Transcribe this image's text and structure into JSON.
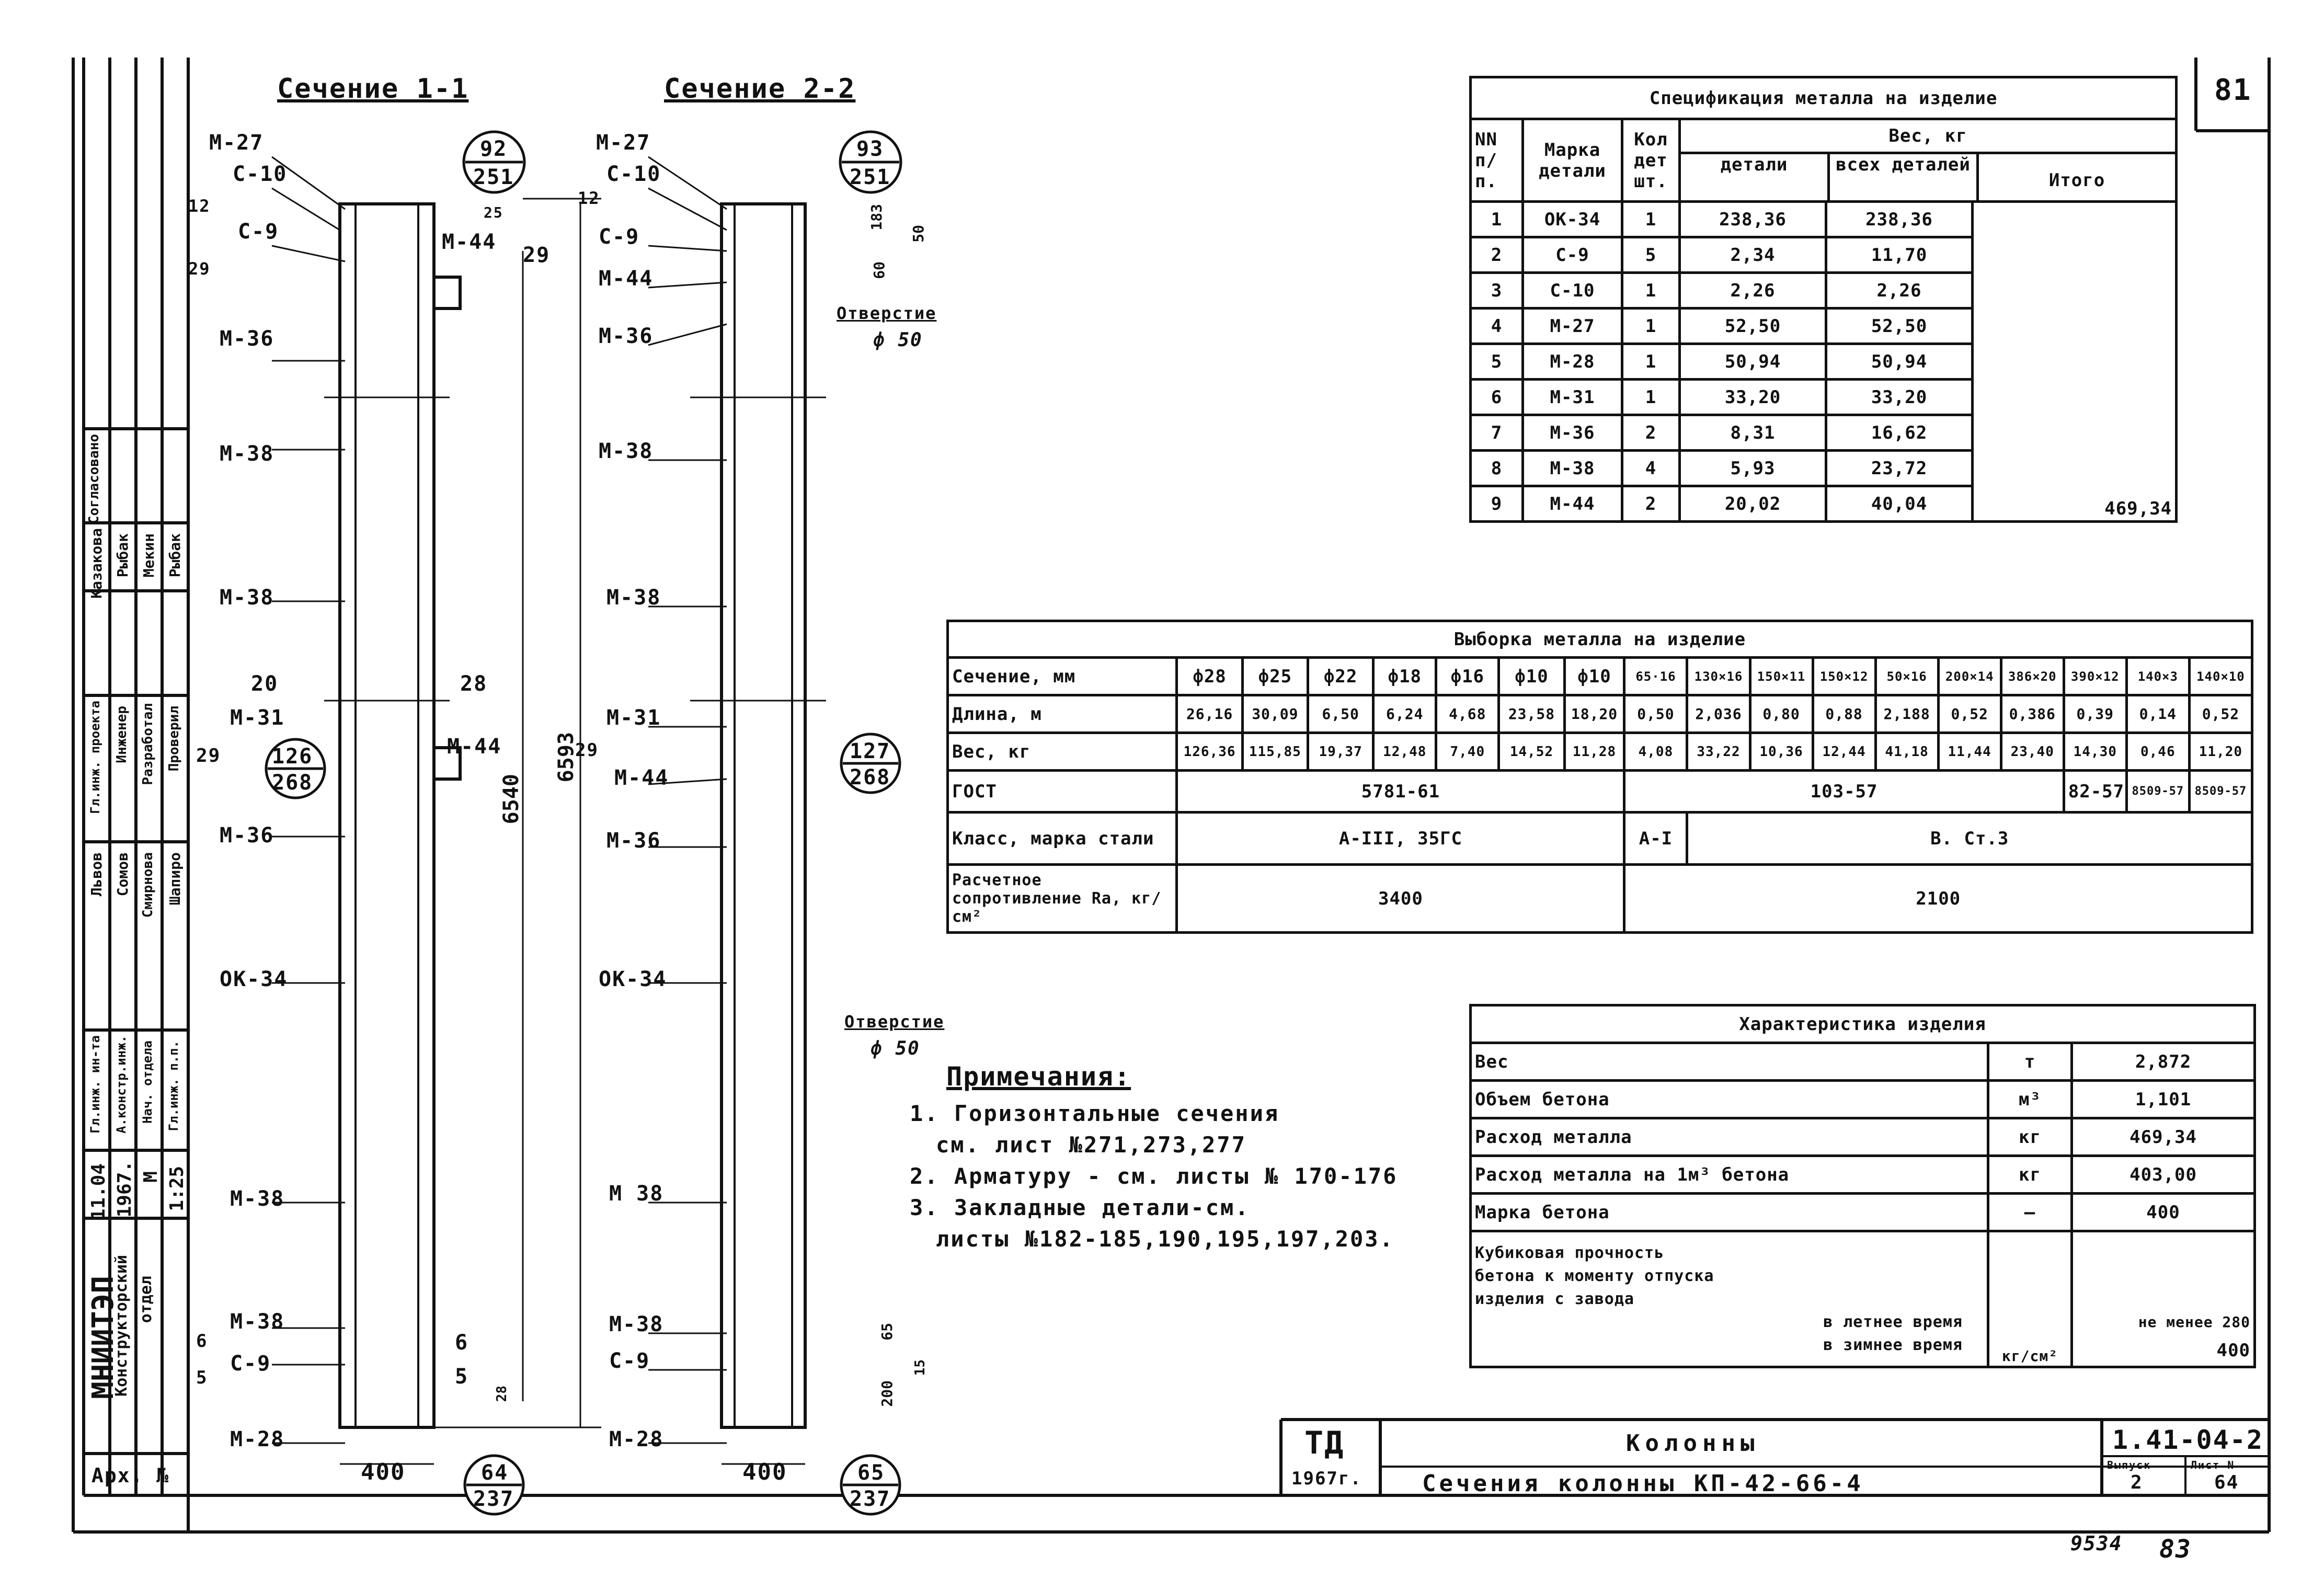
{
  "sheet_number": "81",
  "handwritten_bottom": [
    "9534",
    "83"
  ],
  "section1": {
    "title": "Сечение 1-1",
    "top_circle": [
      "92",
      "251"
    ],
    "mid_circle": [
      "126",
      "268"
    ],
    "bottom_circle": [
      "64",
      "237"
    ],
    "labels": [
      "М-27",
      "С-10",
      "С-9",
      "М-44",
      "М-36",
      "М-38",
      "М-38",
      "М-31",
      "М-36",
      "ОК-34",
      "М-38",
      "М-38",
      "С-9",
      "М-28"
    ],
    "width": "400",
    "dim_numbers": [
      "12",
      "29",
      "25",
      "29",
      "20",
      "28",
      "29",
      "6540",
      "6593",
      "6",
      "5",
      "6",
      "5",
      "28"
    ]
  },
  "section2": {
    "title": "Сечение 2-2",
    "top_circle": [
      "93",
      "251"
    ],
    "mid_circle": [
      "127",
      "268"
    ],
    "bottom_circle": [
      "65",
      "237"
    ],
    "labels": [
      "М-27",
      "С-10",
      "С-9",
      "М-44",
      "М-36",
      "М-38",
      "М-38",
      "М-31",
      "М-44",
      "М-36",
      "ОК-34",
      "М 38",
      "М-38",
      "С-9",
      "М-28"
    ],
    "width": "400",
    "dim_numbers": [
      "12",
      "183",
      "50",
      "60",
      "29",
      "65",
      "15",
      "200"
    ],
    "hole1": {
      "label": "Отверстие",
      "dia": "ф 50"
    },
    "hole2": {
      "label": "Отверстие",
      "dia": "ф 50"
    }
  },
  "spec": {
    "title": "Спецификация металла на изделие",
    "headers": {
      "nn": "NN п/п.",
      "marka": "Марка детали",
      "kol": "Кол дет шт.",
      "ves": "Вес, кг",
      "detali": "детали",
      "vseh": "всех деталей",
      "itogo": "Итого"
    },
    "rows": [
      [
        "1",
        "ОК-34",
        "1",
        "238,36",
        "238,36"
      ],
      [
        "2",
        "С-9",
        "5",
        "2,34",
        "11,70"
      ],
      [
        "3",
        "С-10",
        "1",
        "2,26",
        "2,26"
      ],
      [
        "4",
        "М-27",
        "1",
        "52,50",
        "52,50"
      ],
      [
        "5",
        "М-28",
        "1",
        "50,94",
        "50,94"
      ],
      [
        "6",
        "М-31",
        "1",
        "33,20",
        "33,20"
      ],
      [
        "7",
        "М-36",
        "2",
        "8,31",
        "16,62"
      ],
      [
        "8",
        "М-38",
        "4",
        "5,93",
        "23,72"
      ],
      [
        "9",
        "М-44",
        "2",
        "20,02",
        "40,04"
      ]
    ],
    "total": "469,34"
  },
  "vyborka": {
    "title": "Выборка металла на изделие",
    "row_labels": [
      "Сечение, мм",
      "Длина, м",
      "Вес, кг",
      "ГОСТ",
      "Класс, марка стали",
      "Расчетное сопротивление Ra, кг/см²"
    ],
    "sizes": [
      "ф28",
      "ф25",
      "ф22",
      "ф18",
      "ф16",
      "ф10",
      "ф10",
      "65·16",
      "130×16",
      "150×11",
      "150×12",
      "50×16",
      "200×14",
      "386×20",
      "390×12",
      "140×3",
      "140×10"
    ],
    "lengths": [
      "26,16",
      "30,09",
      "6,50",
      "6,24",
      "4,68",
      "23,58",
      "18,20",
      "0,50",
      "2,036",
      "0,80",
      "0,88",
      "2,188",
      "0,52",
      "0,386",
      "0,39",
      "0,14",
      "0,52"
    ],
    "weights": [
      "126,36",
      "115,85",
      "19,37",
      "12,48",
      "7,40",
      "14,52",
      "11,28",
      "4,08",
      "33,22",
      "10,36",
      "12,44",
      "41,18",
      "11,44",
      "23,40",
      "14,30",
      "0,46",
      "11,20"
    ],
    "gost": [
      "5781-61",
      "103-57",
      "82-57",
      "8509-57",
      "8509-57"
    ],
    "klass": [
      "А-III, 35ГС",
      "А-I",
      "В. Ст.3"
    ],
    "ra": [
      "3400",
      "2100"
    ]
  },
  "harakt": {
    "title": "Характеристика изделия",
    "rows": [
      [
        "Вес",
        "т",
        "2,872"
      ],
      [
        "Объем бетона",
        "м³",
        "1,101"
      ],
      [
        "Расход металла",
        "кг",
        "469,34"
      ],
      [
        "Расход металла на 1м³ бетона",
        "кг",
        "403,00"
      ],
      [
        "Марка бетона",
        "—",
        "400"
      ]
    ],
    "last_label": [
      "Кубиковая прочность",
      "бетона к моменту отпуска",
      "изделия с завода",
      "в летнее время",
      "в зимнее время"
    ],
    "last_unit": "кг/см²",
    "last_values": [
      "не менее 280",
      "400"
    ]
  },
  "notes": {
    "title": "Примечания:",
    "items": [
      "1. Горизонтальные сечения",
      "см. лист №271,273,277",
      "2. Арматуру - см. листы № 170-176",
      "3. Закладные детали-см.",
      "листы №182-185,190,195,197,203."
    ]
  },
  "titleblock": {
    "td": "ТД",
    "year": "1967г.",
    "name1": "Колонны",
    "name2": "Сечения колонны КП-42-66-4",
    "code": "1.41-04-2",
    "vypusk_label": "Выпуск",
    "vypusk": "2",
    "list_label": "Лист N",
    "list": "64"
  },
  "left_stamp": {
    "org": "МНИИТЭП",
    "dept": [
      "Конструкторский",
      "отдел"
    ],
    "date": [
      "11.04",
      "1967."
    ],
    "scale": [
      "М",
      "1:25"
    ],
    "arh": "Арх. №",
    "soglas": "Согласовано",
    "roles": [
      "Гл.инж. ин-та",
      "А.констр.инж.",
      "Нач. отдела",
      "Гл.инж. п.п.",
      "Гл.инж. проекта",
      "Инженер",
      "Разработал",
      "Проверил"
    ],
    "names": [
      "Львов",
      "Сомов",
      "Смирнова",
      "Шапиро",
      "Казакова",
      "Рыбак",
      "Мекин",
      "Рыбак"
    ]
  }
}
